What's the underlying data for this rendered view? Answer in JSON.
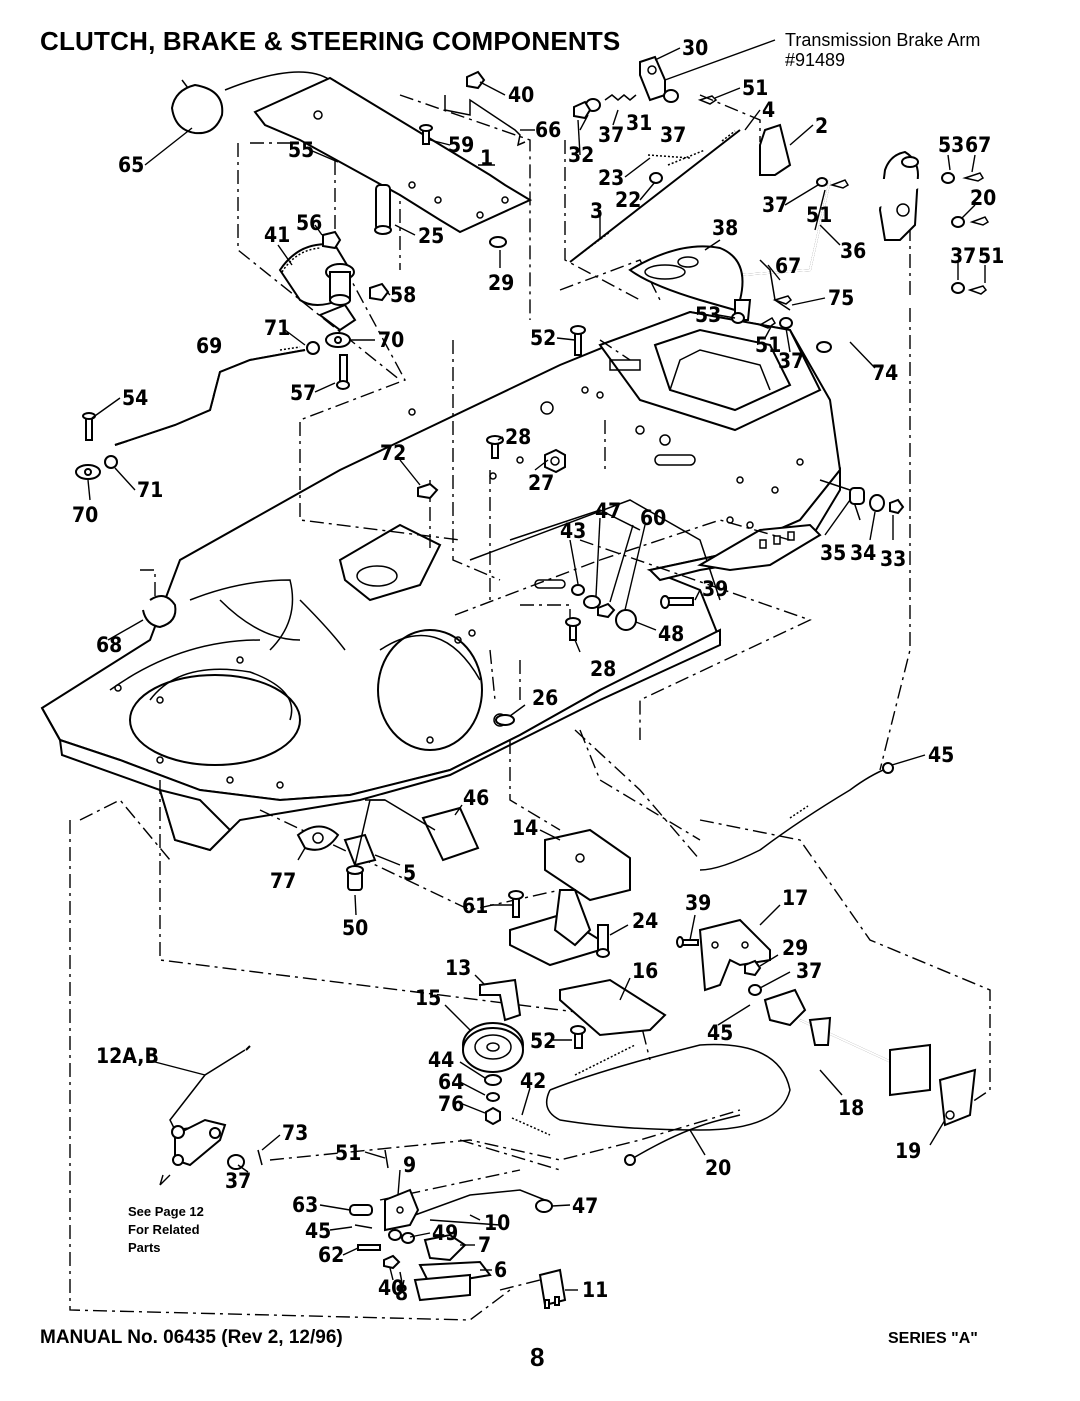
{
  "title": "CLUTCH, BRAKE & STEERING COMPONENTS",
  "note_transmission": [
    "Transmission Brake Arm",
    "#91489"
  ],
  "note_see_page": [
    "See Page 12",
    "For Related",
    "Parts"
  ],
  "footer": {
    "manual": "MANUAL No. 06435 (Rev 2, 12/96)",
    "page": "8",
    "series": "SERIES \"A\""
  },
  "callouts": [
    "65",
    "55",
    "59",
    "40",
    "66",
    "1",
    "25",
    "29",
    "56",
    "41",
    "58",
    "71",
    "70",
    "69",
    "57",
    "54",
    "70",
    "71",
    "30",
    "37",
    "31",
    "51",
    "4",
    "2",
    "32",
    "37",
    "23",
    "22",
    "3",
    "37",
    "51",
    "53",
    "67",
    "20",
    "36",
    "37",
    "51",
    "38",
    "67",
    "75",
    "53",
    "51",
    "37",
    "74",
    "52",
    "72",
    "28",
    "27",
    "47",
    "43",
    "60",
    "39",
    "48",
    "35",
    "34",
    "33",
    "28",
    "26",
    "68",
    "45",
    "46",
    "14",
    "5",
    "77",
    "50",
    "61",
    "24",
    "17",
    "39",
    "29",
    "37",
    "13",
    "16",
    "15",
    "52",
    "45",
    "44",
    "64",
    "76",
    "42",
    "18",
    "19",
    "12A,B",
    "73",
    "37",
    "51",
    "9",
    "47",
    "63",
    "10",
    "45",
    "49",
    "62",
    "7",
    "40",
    "6",
    "8",
    "11",
    "20"
  ]
}
